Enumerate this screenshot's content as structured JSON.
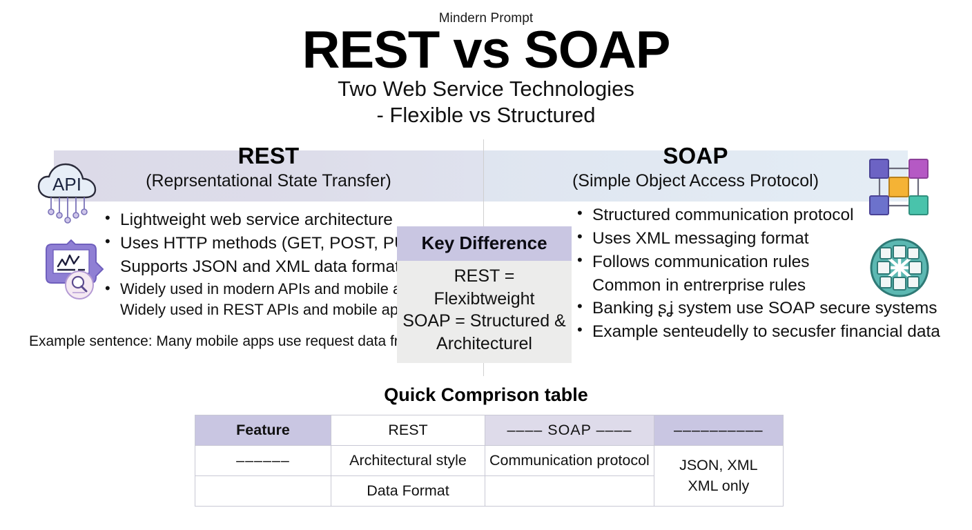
{
  "header": {
    "kicker": "Mindern Prompt",
    "title": "REST vs SOAP",
    "subtitle_line1": "Two Web Service Technologies",
    "subtitle_line2": "- Flexible vs Structured"
  },
  "columns": {
    "rest": {
      "name": "REST",
      "expansion": "(Reprsentational State Transfer)",
      "band_color": "#dcdae8",
      "bullets": [
        {
          "text": "Lightweight web service architecture",
          "bulleted": true
        },
        {
          "text": "Uses HTTP methods (GET, POST, PUT, DELETE",
          "bulleted": true
        },
        {
          "text": "Supports JSON and XML data formats",
          "bulleted": false
        },
        {
          "text": "Widely used in modern APIs and mobile apps",
          "bulleted": true,
          "small": true
        },
        {
          "text": "Widely used in REST APIs and mobile apps",
          "bulleted": false,
          "small": true
        }
      ],
      "example": "Example sentence: Many mobile apps use request data from web servers"
    },
    "soap": {
      "name": "SOAP",
      "expansion": "(Simple Object Access Protocol)",
      "band_color": "#e2eaf3",
      "bullets": [
        {
          "text": "Structured communication protocol",
          "bulleted": true
        },
        {
          "text": "Uses XML messaging format",
          "bulleted": true
        },
        {
          "text": "Follows communication rules",
          "bulleted": true
        },
        {
          "text": "Common in entrerprise rules",
          "bulleted": false
        },
        {
          "text": "Banking ʂʝ system use SOAP secure systems",
          "bulleted": true
        },
        {
          "text": "Example senteudelly to secusfer financial data",
          "bulleted": true
        }
      ]
    }
  },
  "key_difference": {
    "title": "Key Difference",
    "title_bg": "#c9c6e2",
    "body_bg": "#ececeb",
    "line1_base": "REST = Flexible",
    "line1_ghost": "htweight",
    "line1_display": "REST = Flexibtweight",
    "line2": "SOAP = Structured &",
    "line3": "Architecturel"
  },
  "table": {
    "title": "Quick Comprison table",
    "headers": [
      "Feature",
      "REST",
      "–––– SOAP ––––",
      "––––––––––"
    ],
    "rows": [
      {
        "cells": [
          "––––––",
          "Architectural style",
          "Communication protocol"
        ],
        "merged_last": "JSON, XML\nXML only"
      },
      {
        "cells": [
          "",
          "Data Format",
          ""
        ]
      }
    ],
    "merged_last_line1": "JSON, XML",
    "merged_last_line2": "XML only"
  },
  "icons": {
    "api_cloud": {
      "name": "api-cloud-icon",
      "label": "API",
      "fill": "#e7eef7",
      "stroke": "#2b2b3a"
    },
    "doc_chart": {
      "name": "document-chart-icon",
      "fill": "#8f7fd4",
      "accent": "#f0e6f5"
    },
    "node_network": {
      "name": "node-network-icon",
      "colors": [
        "#6c63c4",
        "#b559c4",
        "#6c72cc",
        "#49c3ab",
        "#f5b335"
      ]
    },
    "mesh_circle": {
      "name": "mesh-network-circle-icon",
      "fill": "#5cb8b2",
      "stroke": "#2f7a76"
    }
  }
}
